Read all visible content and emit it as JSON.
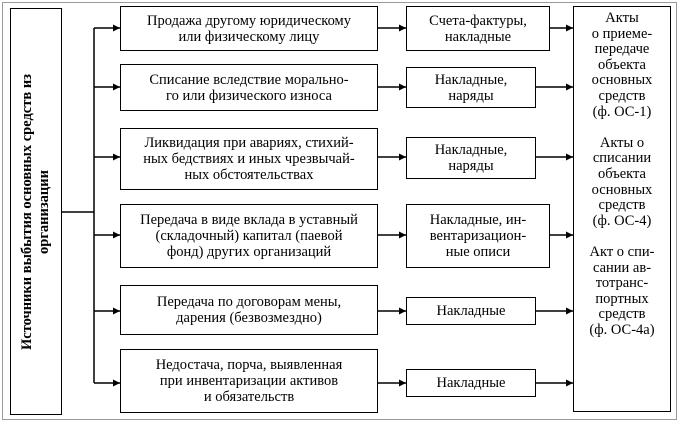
{
  "source": {
    "label": "Источники выбытия основных средств из\nорганизации"
  },
  "reasons": [
    "Продажа другому юридическому\nили физическому лицу",
    "Списание вследствие морально-\nго или физического износа",
    "Ликвидация при авариях, стихий-\nных бедствиях и иных чрезвычай-\nных обстоятельствах",
    "Передача в виде вклада в уставный\n(складочный) капитал (паевой\nфонд) других организаций",
    "Передача по договорам мены,\nдарения (безвозмездно)",
    "Недостача, порча, выявленная\nпри инвентаризации активов\nи обязательств"
  ],
  "documents": [
    "Счета-фактуры,\nнакладные",
    "Накладные,\nнаряды",
    "Накладные,\nнаряды",
    "Накладные, ин-\nвентаризацион-\nные описи",
    "Накладные",
    "Накладные"
  ],
  "acts": {
    "text": "Акты\nо приеме-\nпередаче\nобъекта\nосновных\nсредств\n(ф. ОС-1)\n\nАкты о\nсписании\nобъекта\nосновных\nсредств\n(ф. ОС-4)\n\nАкт о спи-\nсании ав-\nтотранс-\nпортных\nсредств\n(ф. ОС-4а)"
  }
}
